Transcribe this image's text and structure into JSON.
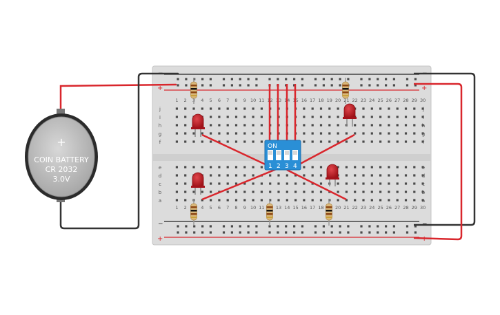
{
  "battery": {
    "line1": "COIN BATTERY",
    "line2": "CR 2032",
    "line3": "3.0V",
    "plus_symbol": "+"
  },
  "breadboard": {
    "columns": [
      "1",
      "2",
      "3",
      "4",
      "5",
      "6",
      "7",
      "8",
      "9",
      "10",
      "11",
      "12",
      "13",
      "14",
      "15",
      "16",
      "17",
      "18",
      "19",
      "20",
      "21",
      "22",
      "23",
      "24",
      "25",
      "26",
      "27",
      "28",
      "29",
      "30"
    ],
    "rows_top": [
      "j",
      "i",
      "h",
      "g",
      "f"
    ],
    "rows_bottom": [
      "e",
      "d",
      "c",
      "b",
      "a"
    ],
    "rail_minus": "−",
    "rail_plus": "+"
  },
  "dip_switch": {
    "on_label": "ON",
    "positions": [
      "1",
      "2",
      "3",
      "4"
    ]
  },
  "colors": {
    "board": "#dcdcdc",
    "wire_red": "#d9262c",
    "wire_black": "#333333",
    "dip_body": "#2a8fd6",
    "led": "#c0161e",
    "battery": "#bcbcbc"
  }
}
